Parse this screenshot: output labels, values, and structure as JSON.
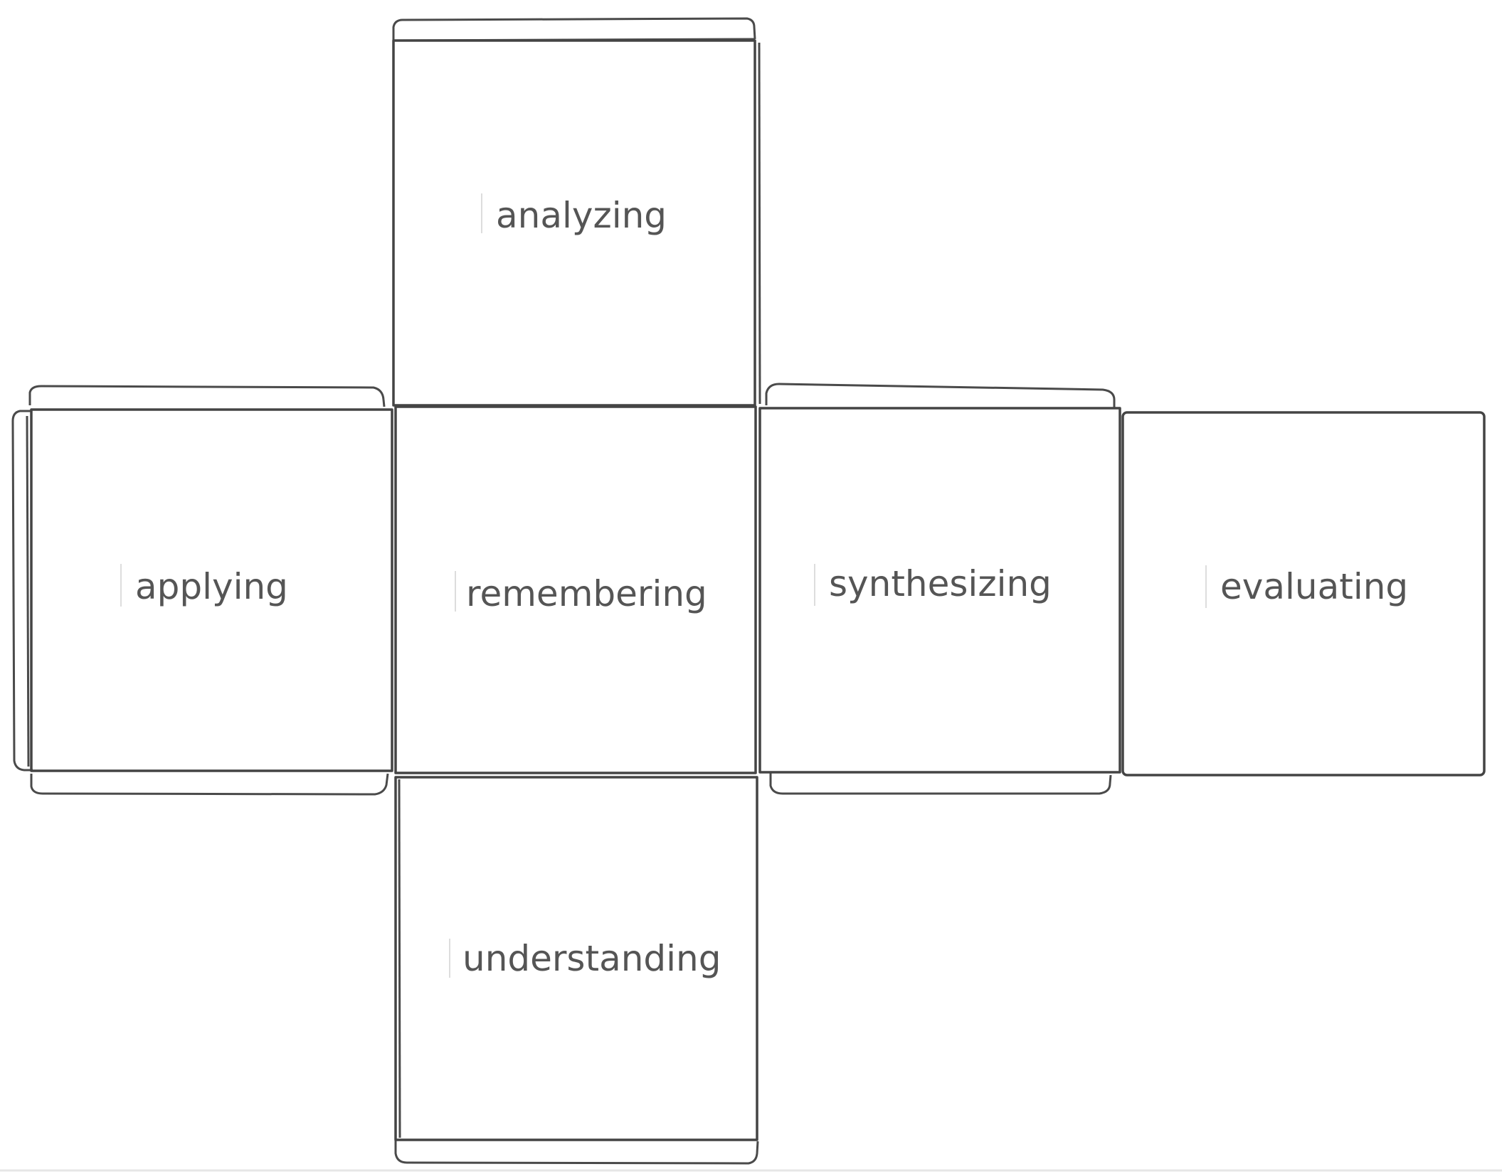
{
  "faces": {
    "top": "analyzing",
    "left": "applying",
    "center": "remembering",
    "right": "synthesizing",
    "far_right": "evaluating",
    "bottom": "understanding"
  },
  "colors": {
    "line": "#444444",
    "text": "#555555",
    "background": "#ffffff"
  }
}
